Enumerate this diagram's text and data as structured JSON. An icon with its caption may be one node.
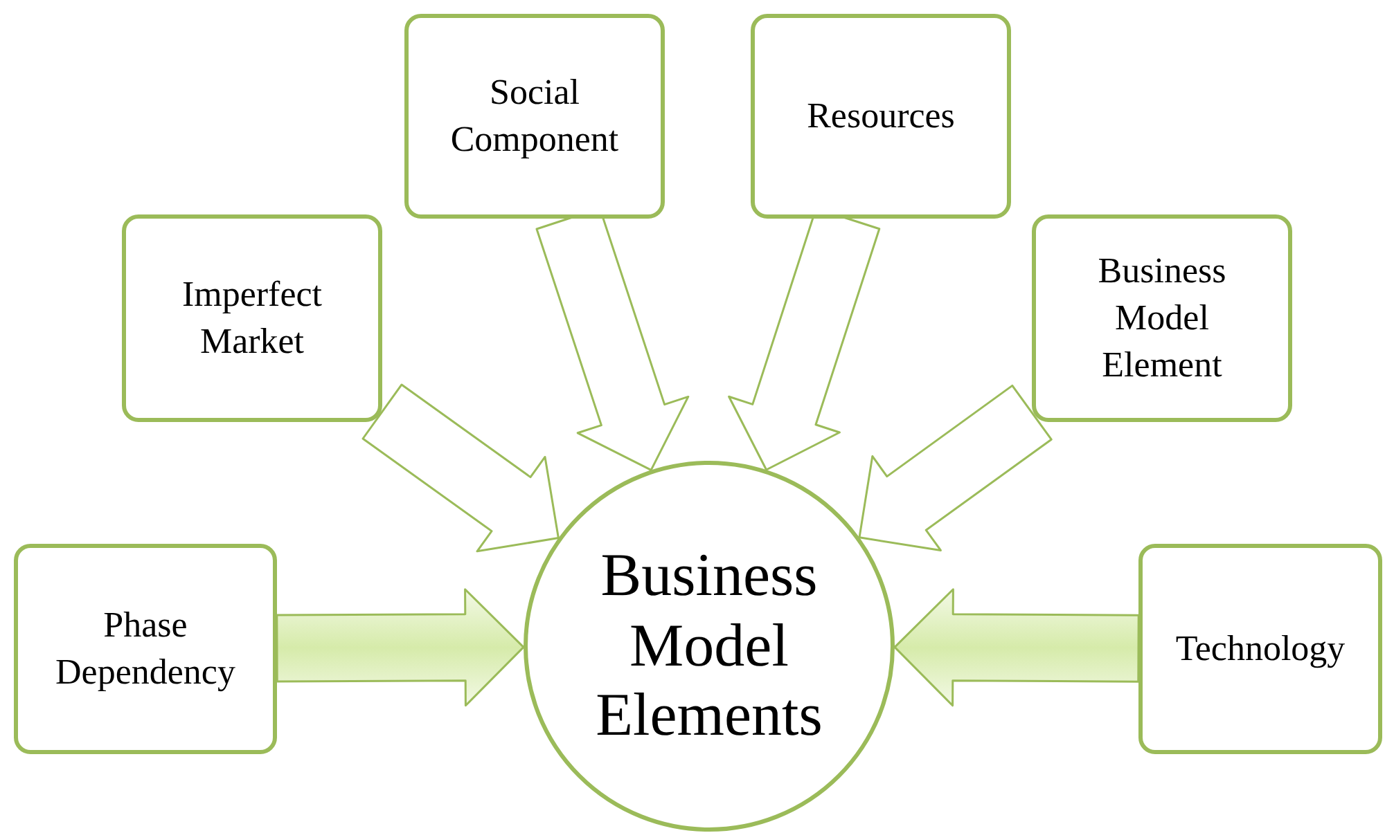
{
  "diagram": {
    "nodes": [
      {
        "text": [
          "Phase Dependency"
        ]
      },
      {
        "text": [
          "Imperfect Market"
        ]
      },
      {
        "text": [
          "Social Component"
        ]
      },
      {
        "text": [
          "Resources"
        ]
      },
      {
        "text": [
          "Business Model Element"
        ]
      },
      {
        "text": [
          "Technology"
        ]
      },
      {
        "text": [
          "Business Model Elements"
        ]
      }
    ],
    "edges": [
      {
        "from": 0,
        "to": 6,
        "arrow": "to"
      },
      {
        "from": 1,
        "to": 6,
        "arrow": "to"
      },
      {
        "from": 2,
        "to": 6,
        "arrow": "to"
      },
      {
        "from": 3,
        "to": 6,
        "arrow": "to"
      },
      {
        "from": 4,
        "to": 6,
        "arrow": "to"
      },
      {
        "from": 5,
        "to": 6,
        "arrow": "to"
      }
    ]
  }
}
